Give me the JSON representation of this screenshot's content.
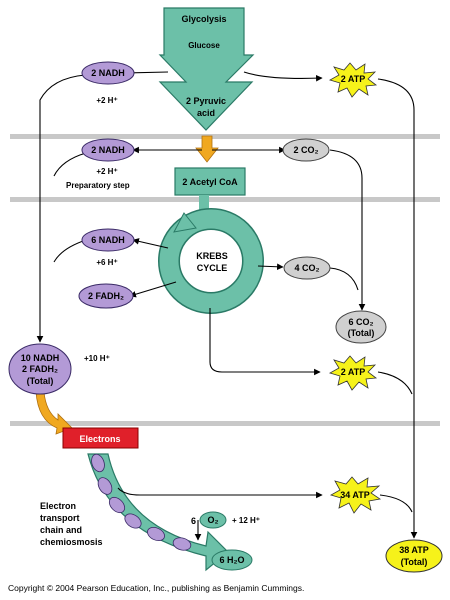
{
  "glycolysis": {
    "title": "Glycolysis",
    "glucose": "Glucose",
    "pyruvic_line1": "2 Pyruvic",
    "pyruvic_line2": "acid"
  },
  "nadh1": {
    "label": "2 NADH",
    "h": "+2 H⁺"
  },
  "nadh2": {
    "label": "2 NADH",
    "h": "+2 H⁺"
  },
  "prep_step": "Preparatory step",
  "acetyl": "2 Acetyl CoA",
  "krebs": {
    "line1": "KREBS",
    "line2": "CYCLE"
  },
  "nadh6": {
    "label": "6 NADH",
    "h": "+6 H⁺"
  },
  "fadh2": {
    "label": "2 FADH₂"
  },
  "co2_2": "2 CO₂",
  "co2_4": "4 CO₂",
  "co2_total": {
    "line1": "6 CO₂",
    "line2": "(Total)"
  },
  "atp_glyc": "2 ATP",
  "atp_krebs": "2 ATP",
  "atp_etc": "34 ATP",
  "atp_total": {
    "line1": "38 ATP",
    "line2": "(Total)"
  },
  "totals": {
    "line1": "10 NADH",
    "line2": "2 FADH₂",
    "line3": "(Total)",
    "h": "+10 H⁺"
  },
  "electrons": "Electrons",
  "etc_label": {
    "line1": "Electron",
    "line2": "transport",
    "line3": "chain and",
    "line4": "chemiosmosis"
  },
  "o2": {
    "coef": "6",
    "label": "O₂",
    "h": "+ 12 H⁺"
  },
  "h2o": "6 H₂O",
  "copyright": "Copyright © 2004 Pearson Education, Inc., publishing as Benjamin Cummings.",
  "colors": {
    "green": "#6cc0a8",
    "green_dark": "#2a7a66",
    "purple": "#b39ad6",
    "gray": "#d0d0d0",
    "yellow": "#f6f21a",
    "red": "#e0202a",
    "orange": "#f0a820",
    "band": "#c8c8c8"
  }
}
